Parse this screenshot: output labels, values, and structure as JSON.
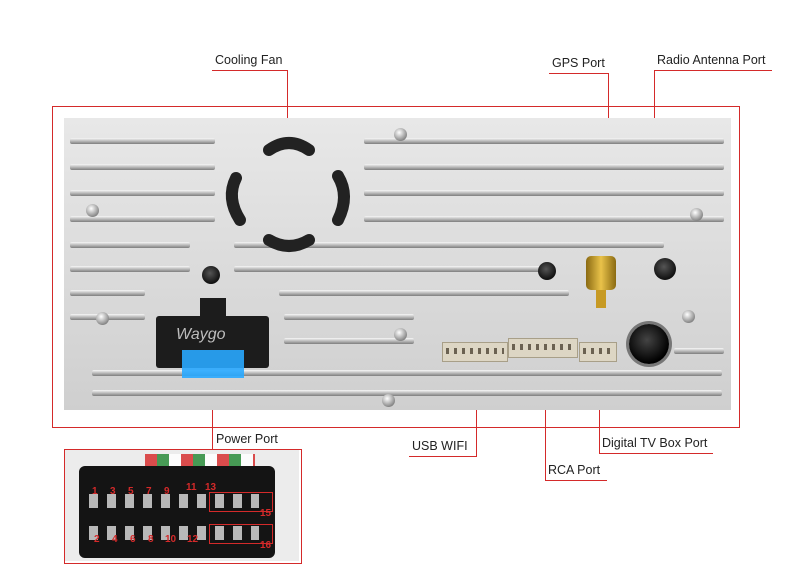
{
  "labels": {
    "cooling_fan": "Cooling Fan",
    "gps_port": "GPS Port",
    "radio_antenna_port": "Radio Antenna Port",
    "power_port": "Power Port",
    "usb_wifi": "USB WIFI",
    "rca_port": "RCA Port",
    "digital_tv_box_port": "Digital TV Box Port"
  },
  "watermark": "Waygo",
  "pin_numbers": {
    "top": [
      "1",
      "3",
      "5",
      "7",
      "9",
      "11",
      "13"
    ],
    "bottom": [
      "2",
      "4",
      "6",
      "8",
      "10",
      "12"
    ],
    "right_top": "15",
    "right_bottom": "16"
  },
  "colors": {
    "accent_line": "#d42a2a",
    "panel": "#d8d8d8",
    "fuse": "#29a8ff"
  }
}
